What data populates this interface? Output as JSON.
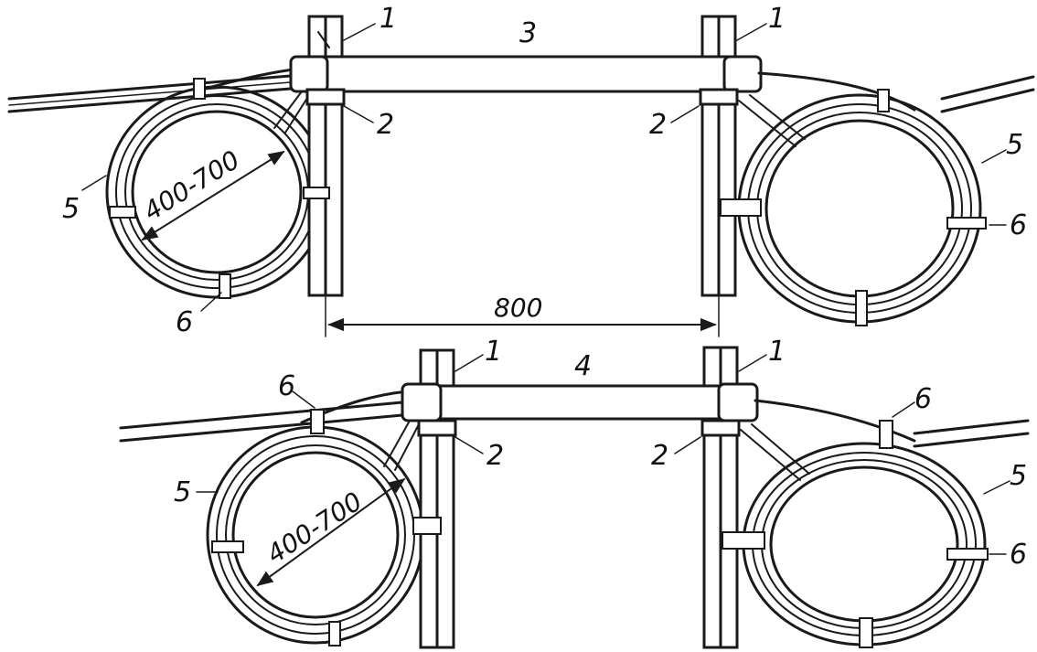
{
  "labels": {
    "post": "1",
    "clamp": "2",
    "sleeve_top": "3",
    "sleeve_bottom": "4",
    "cable_coil": "5",
    "binding": "6"
  },
  "dimensions": {
    "coil_diameter": "400-700",
    "post_spacing": "800"
  },
  "colors": {
    "ink": "#1a1a1a",
    "background": "#ffffff"
  }
}
